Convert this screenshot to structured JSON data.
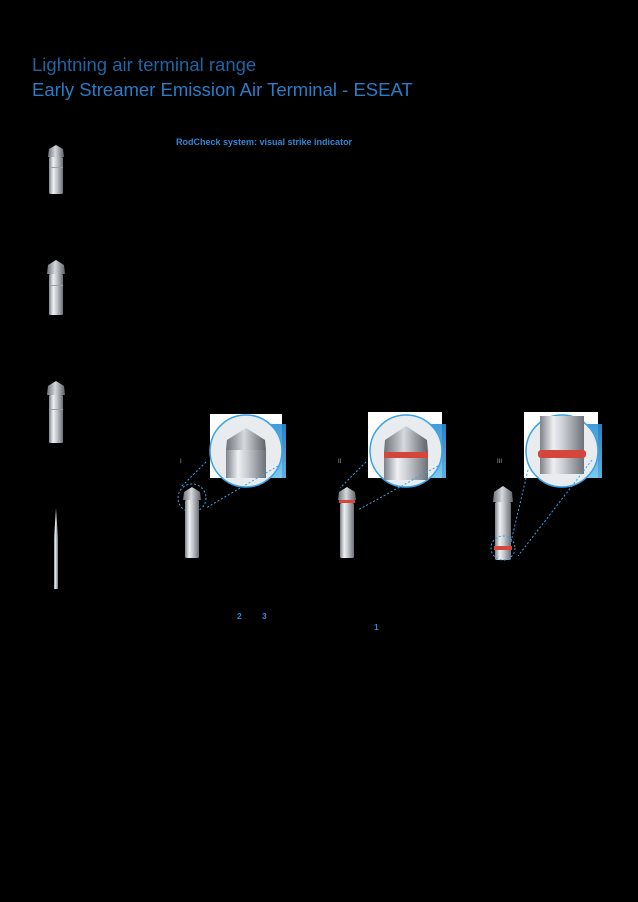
{
  "header": {
    "title_line1": "Lightning air terminal range",
    "title_line2": "Early Streamer Emission Air Terminal - ESEAT"
  },
  "section": {
    "subheading": "RodCheck system: visual strike indicator"
  },
  "stages": [
    {
      "marker": "I"
    },
    {
      "marker": "II"
    },
    {
      "marker": "III"
    }
  ],
  "footnotes": {
    "ref_a": "2",
    "ref_b": "3",
    "ref_c": "1"
  },
  "colors": {
    "title1": "#1f64a3",
    "title2": "#2a7cc7",
    "accent": "#2f86d6",
    "indicator_ring": "#d4453b"
  }
}
